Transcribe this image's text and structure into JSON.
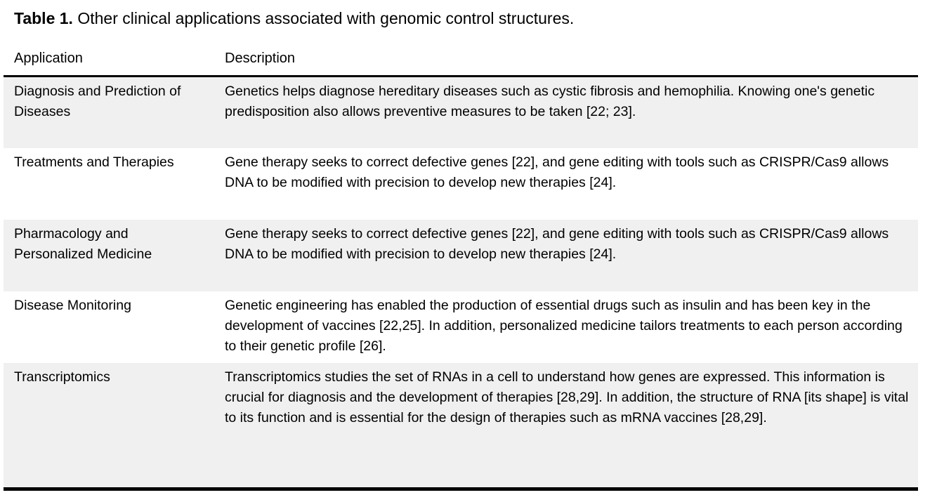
{
  "caption": {
    "label": "Table 1.",
    "text": " Other clinical applications associated with genomic control structures."
  },
  "table": {
    "columns": [
      {
        "label": "Application"
      },
      {
        "label": "Description"
      }
    ],
    "rows": [
      {
        "application": "Diagnosis and Prediction of Diseases",
        "description": "Genetics helps diagnose hereditary diseases such as cystic fibrosis and hemophilia. Knowing one's genetic predisposition also allows preventive measures to be taken [22; 23]."
      },
      {
        "application": "Treatments and Therapies",
        "description": "Gene therapy seeks to correct defective genes [22], and gene editing with tools such as CRISPR/Cas9 allows DNA to be modified with precision to develop new therapies [24]."
      },
      {
        "application": "Pharmacology and Personalized Medicine",
        "description": "Gene therapy seeks to correct defective genes [22], and gene editing with tools such as CRISPR/Cas9 allows DNA to be modified with precision to develop new therapies [24]."
      },
      {
        "application": "Disease Monitoring",
        "description": "Genetic engineering has enabled the production of essential drugs such as insulin and has been key in the development of vaccines [22,25]. In addition, personalized medicine tailors treatments to each person according to their genetic profile [26]."
      },
      {
        "application": "Transcriptomics",
        "description": "Transcriptomics studies the set of RNAs in a cell to understand how genes are expressed. This information is crucial for diagnosis and the development of therapies [28,29]. In addition, the structure of RNA [its shape] is vital to its function and is essential for the design of therapies such as mRNA vaccines [28,29]."
      }
    ],
    "stripe_color": "#f0f0f0",
    "rule_color": "#000000"
  }
}
